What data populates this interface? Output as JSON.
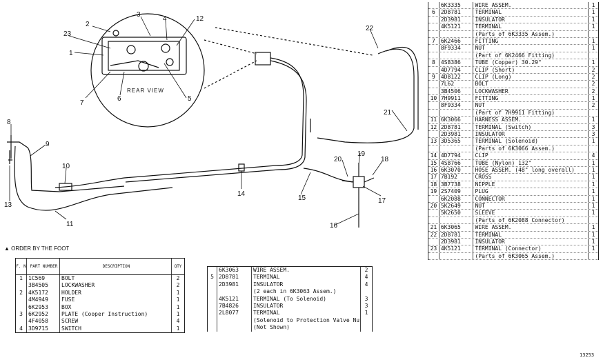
{
  "callouts": [
    "1",
    "2",
    "3",
    "4",
    "5",
    "6",
    "7",
    "8",
    "9",
    "10",
    "11",
    "12",
    "13",
    "14",
    "15",
    "16",
    "17",
    "18",
    "19",
    "20",
    "21",
    "22",
    "23"
  ],
  "rear_view_label": "REAR VIEW",
  "order_note": "▲ ORDER BY THE FOOT",
  "figure_number": "13253",
  "left_table": {
    "headers": [
      "REF. NO.",
      "PART NUMBER",
      "DESCRIPTION",
      "QTY"
    ],
    "rows": [
      [
        "1",
        "1C569",
        "BOLT",
        "2"
      ],
      [
        "",
        "3B4505",
        "LOCKWASHER",
        "2"
      ],
      [
        "2",
        "4K5172",
        "HOLDER",
        "1"
      ],
      [
        "",
        "4M4949",
        "FUSE",
        "1"
      ],
      [
        "",
        "6K2953",
        "BOX",
        "1"
      ],
      [
        "3",
        "6K2952",
        "PLATE (Cooper Instruction)",
        "1"
      ],
      [
        "",
        "4F4058",
        "SCREW",
        "4"
      ],
      [
        "4",
        "3D9715",
        "SWITCH",
        "1"
      ]
    ]
  },
  "middle_table": {
    "rows": [
      [
        "",
        "6K3063",
        "WIRE ASSEM.",
        "2"
      ],
      [
        "5",
        "2D8781",
        "TERMINAL",
        "4"
      ],
      [
        "",
        "2D3981",
        "INSULATOR",
        "4"
      ],
      [
        "",
        "",
        "(2 each in 6K3063 Assem.)",
        ""
      ],
      [
        "",
        "4K5121",
        "TERMINAL (To Solenoid)",
        "3"
      ],
      [
        "",
        "7B4826",
        "INSULATOR",
        "3"
      ],
      [
        "",
        "2L8077",
        "TERMINAL",
        "1"
      ],
      [
        "",
        "",
        "(Solenoid to Protection Valve Nut)",
        ""
      ],
      [
        "",
        "",
        "(Not Shown)",
        ""
      ]
    ]
  },
  "right_table": {
    "rows": [
      [
        "",
        "6K3335",
        "WIRE ASSEM.",
        "1"
      ],
      [
        "6",
        "2D8781",
        "TERMINAL",
        "1"
      ],
      [
        "",
        "2D3981",
        "INSULATOR",
        "1"
      ],
      [
        "",
        "4K5121",
        "TERMINAL",
        "1"
      ],
      [
        "",
        "",
        "(Parts of 6K3335 Assem.)",
        ""
      ],
      [
        "7",
        "6K2466",
        "FITTING",
        "1"
      ],
      [
        "",
        "8F9334",
        "NUT",
        "1"
      ],
      [
        "",
        "",
        "(Part of 6K2466 Fitting)",
        ""
      ],
      [
        "8",
        "4S8386",
        "TUBE (Copper) 30.29\"",
        "1"
      ],
      [
        "",
        "4D7794",
        "CLIP (Short)",
        "2"
      ],
      [
        "9",
        "4D8122",
        "CLIP (Long)",
        "2"
      ],
      [
        "",
        "7L62",
        "BOLT",
        "2"
      ],
      [
        "",
        "3B4506",
        "LOCKWASHER",
        "2"
      ],
      [
        "10",
        "7H9911",
        "FITTING",
        "1"
      ],
      [
        "",
        "8F9334",
        "NUT",
        "2"
      ],
      [
        "",
        "",
        "(Part of 7H9911 Fitting)",
        ""
      ],
      [
        "11",
        "6K3066",
        "HARNESS ASSEM.",
        "1"
      ],
      [
        "12",
        "2D8781",
        "TERMINAL (Switch)",
        "3"
      ],
      [
        "",
        "2D3981",
        "INSULATOR",
        "3"
      ],
      [
        "13",
        "3D5365",
        "TERMINAL (Solenoid)",
        "1"
      ],
      [
        "",
        "",
        "(Parts of 6K3066 Assem.)",
        ""
      ],
      [
        "14",
        "4D7794",
        "CLIP",
        "4"
      ],
      [
        "15",
        "4S8766",
        "TUBE (Nylon) 132\"",
        "1"
      ],
      [
        "16",
        "6K3070",
        "HOSE ASSEM. (48\" long overall)",
        "1"
      ],
      [
        "17",
        "7B192",
        "CROSS",
        "1"
      ],
      [
        "18",
        "3B7738",
        "NIPPLE",
        "1"
      ],
      [
        "19",
        "2S7409",
        "PLUG",
        "1"
      ],
      [
        "",
        "6K2088",
        "CONNECTOR",
        "1"
      ],
      [
        "20",
        "5K2649",
        "NUT",
        "1"
      ],
      [
        "",
        "5K2650",
        "SLEEVE",
        "1"
      ],
      [
        "",
        "",
        "(Parts of 6K2088 Connector)",
        ""
      ],
      [
        "21",
        "6K3065",
        "WIRE ASSEM.",
        "1"
      ],
      [
        "22",
        "2D8781",
        "TERMINAL",
        "1"
      ],
      [
        "",
        "2D3981",
        "INSULATOR",
        "1"
      ],
      [
        "23",
        "4K5121",
        "TERMINAL (Connector)",
        "1"
      ],
      [
        "",
        "",
        "(Parts of 6K3065 Assem.)",
        ""
      ]
    ]
  }
}
